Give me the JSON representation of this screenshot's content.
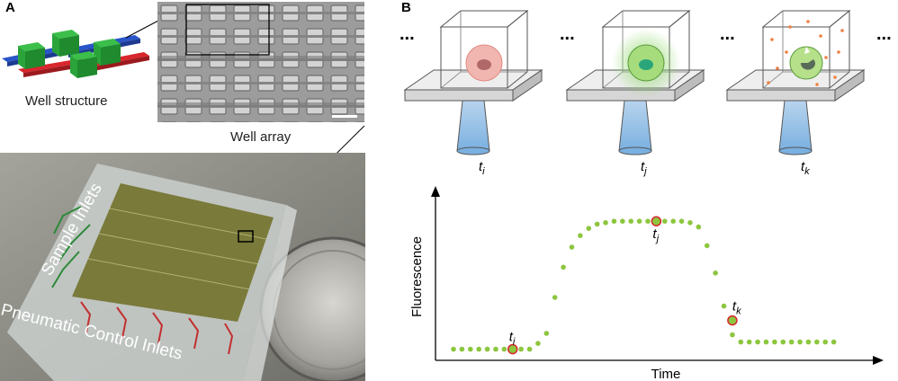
{
  "figure": {
    "panel_a": {
      "letter": "A",
      "well_structure_label": "Well structure",
      "well_array_label": "Well array",
      "sample_inlets_label": "Sample Inlets",
      "pneumatic_label": "Pneumatic Control Inlets"
    },
    "panel_b": {
      "letter": "B",
      "ellipsis": "...",
      "time_labels": [
        {
          "base": "t",
          "sub": "i"
        },
        {
          "base": "t",
          "sub": "j"
        },
        {
          "base": "t",
          "sub": "k"
        }
      ]
    }
  },
  "chart_data": {
    "type": "scatter",
    "title": "",
    "xlabel": "Time",
    "ylabel": "Fluorescence",
    "grid": false,
    "point_color": "#8dc63f",
    "highlight_color": "#d9262e",
    "xlim": [
      0,
      46
    ],
    "ylim": [
      0,
      100
    ],
    "x": [
      0,
      1,
      2,
      3,
      4,
      5,
      6,
      7,
      8,
      9,
      10,
      11,
      12,
      13,
      14,
      15,
      16,
      17,
      18,
      19,
      20,
      21,
      22,
      23,
      24,
      25,
      26,
      27,
      28,
      29,
      30,
      31,
      32,
      33,
      34,
      35,
      36,
      37,
      38,
      39,
      40,
      41,
      42,
      43,
      44,
      45
    ],
    "y": [
      4,
      4,
      4,
      4,
      4,
      4,
      4,
      4,
      4,
      4,
      8,
      15,
      40,
      61,
      75,
      83,
      88,
      91,
      92,
      93,
      93,
      93,
      93,
      93,
      93,
      93,
      93,
      93,
      92,
      89,
      76,
      57,
      34,
      14,
      9,
      9,
      9,
      9,
      9,
      9,
      9,
      9,
      9,
      9,
      9,
      9
    ],
    "annotations": [
      {
        "label_base": "t",
        "label_sub": "i",
        "x": 7,
        "y": 4
      },
      {
        "label_base": "t",
        "label_sub": "j",
        "x": 24,
        "y": 93
      },
      {
        "label_base": "t",
        "label_sub": "k",
        "x": 33,
        "y": 24
      }
    ]
  }
}
